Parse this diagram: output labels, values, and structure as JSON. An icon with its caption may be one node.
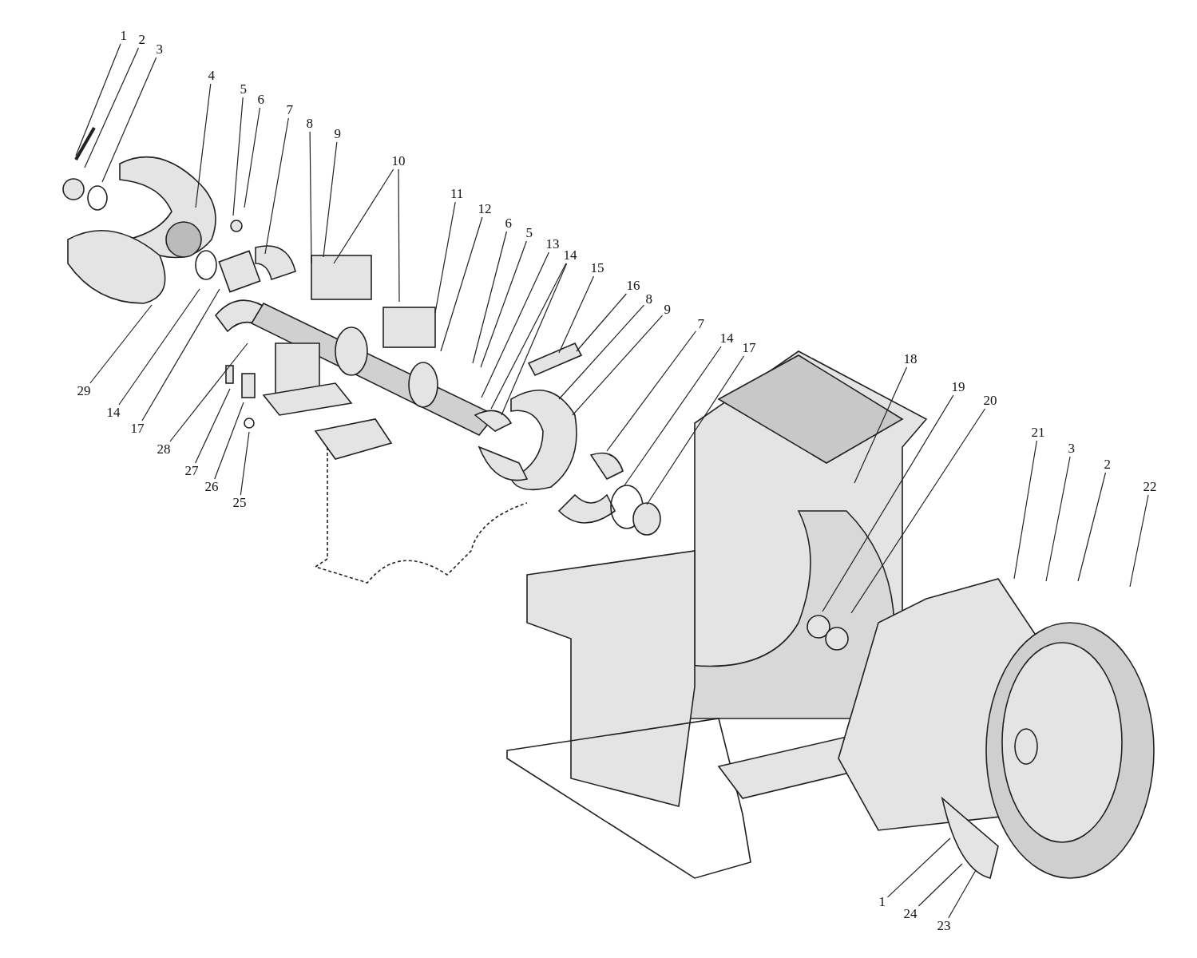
{
  "diagram": {
    "nodes": [
      {
        "text": [
          "1"
        ]
      },
      {
        "text": [
          "2"
        ]
      },
      {
        "text": [
          "3"
        ]
      },
      {
        "text": [
          "4"
        ]
      },
      {
        "text": [
          "5"
        ]
      },
      {
        "text": [
          "6"
        ]
      },
      {
        "text": [
          "7"
        ]
      },
      {
        "text": [
          "8"
        ]
      },
      {
        "text": [
          "9"
        ]
      },
      {
        "text": [
          "10"
        ]
      },
      {
        "text": [
          "11"
        ]
      },
      {
        "text": [
          "12"
        ]
      },
      {
        "text": [
          "6"
        ]
      },
      {
        "text": [
          "5"
        ]
      },
      {
        "text": [
          "13"
        ]
      },
      {
        "text": [
          "14"
        ]
      },
      {
        "text": [
          "15"
        ]
      },
      {
        "text": [
          "16"
        ]
      },
      {
        "text": [
          "8"
        ]
      },
      {
        "text": [
          "9"
        ]
      },
      {
        "text": [
          "7"
        ]
      },
      {
        "text": [
          "14"
        ]
      },
      {
        "text": [
          "17"
        ]
      },
      {
        "text": [
          "18"
        ]
      },
      {
        "text": [
          "19"
        ]
      },
      {
        "text": [
          "20"
        ]
      },
      {
        "text": [
          "21"
        ]
      },
      {
        "text": [
          "3"
        ]
      },
      {
        "text": [
          "2"
        ]
      },
      {
        "text": [
          "22"
        ]
      },
      {
        "text": [
          "29"
        ]
      },
      {
        "text": [
          "14"
        ]
      },
      {
        "text": [
          "17"
        ]
      },
      {
        "text": [
          "28"
        ]
      },
      {
        "text": [
          "27"
        ]
      },
      {
        "text": [
          "26"
        ]
      },
      {
        "text": [
          "25"
        ]
      },
      {
        "text": [
          "1"
        ]
      },
      {
        "text": [
          "24"
        ]
      },
      {
        "text": [
          "23"
        ]
      }
    ],
    "edges": [
      {
        "from": 0,
        "to": null,
        "arrow": "none"
      },
      {
        "from": 1,
        "to": null,
        "arrow": "none"
      },
      {
        "from": 2,
        "to": null,
        "arrow": "none"
      },
      {
        "from": 3,
        "to": null,
        "arrow": "none"
      },
      {
        "from": 4,
        "to": null,
        "arrow": "none"
      },
      {
        "from": 5,
        "to": null,
        "arrow": "none"
      },
      {
        "from": 6,
        "to": null,
        "arrow": "none"
      },
      {
        "from": 7,
        "to": null,
        "arrow": "none"
      },
      {
        "from": 8,
        "to": null,
        "arrow": "none"
      },
      {
        "from": 9,
        "to": null,
        "arrow": "none"
      },
      {
        "from": 9,
        "to": null,
        "arrow": "none"
      },
      {
        "from": 10,
        "to": null,
        "arrow": "none"
      },
      {
        "from": 11,
        "to": null,
        "arrow": "none"
      },
      {
        "from": 12,
        "to": null,
        "arrow": "none"
      },
      {
        "from": 13,
        "to": null,
        "arrow": "none"
      },
      {
        "from": 14,
        "to": null,
        "arrow": "none"
      },
      {
        "from": 15,
        "to": null,
        "arrow": "none"
      },
      {
        "from": 15,
        "to": null,
        "arrow": "none"
      },
      {
        "from": 16,
        "to": null,
        "arrow": "none"
      },
      {
        "from": 17,
        "to": null,
        "arrow": "none"
      },
      {
        "from": 18,
        "to": null,
        "arrow": "none"
      },
      {
        "from": 19,
        "to": null,
        "arrow": "none"
      },
      {
        "from": 20,
        "to": null,
        "arrow": "none"
      },
      {
        "from": 21,
        "to": null,
        "arrow": "none"
      },
      {
        "from": 22,
        "to": null,
        "arrow": "none"
      },
      {
        "from": 23,
        "to": null,
        "arrow": "none"
      },
      {
        "from": 24,
        "to": null,
        "arrow": "none"
      },
      {
        "from": 25,
        "to": null,
        "arrow": "none"
      },
      {
        "from": 26,
        "to": null,
        "arrow": "none"
      },
      {
        "from": 27,
        "to": null,
        "arrow": "none"
      },
      {
        "from": 28,
        "to": null,
        "arrow": "none"
      },
      {
        "from": 29,
        "to": null,
        "arrow": "none"
      },
      {
        "from": 30,
        "to": null,
        "arrow": "none"
      },
      {
        "from": 31,
        "to": null,
        "arrow": "none"
      },
      {
        "from": 32,
        "to": null,
        "arrow": "none"
      },
      {
        "from": 33,
        "to": null,
        "arrow": "none"
      },
      {
        "from": 34,
        "to": null,
        "arrow": "none"
      },
      {
        "from": 35,
        "to": null,
        "arrow": "none"
      },
      {
        "from": 36,
        "to": null,
        "arrow": "none"
      },
      {
        "from": 37,
        "to": null,
        "arrow": "none"
      },
      {
        "from": 38,
        "to": null,
        "arrow": "none"
      },
      {
        "from": 39,
        "to": null,
        "arrow": "none"
      }
    ]
  }
}
